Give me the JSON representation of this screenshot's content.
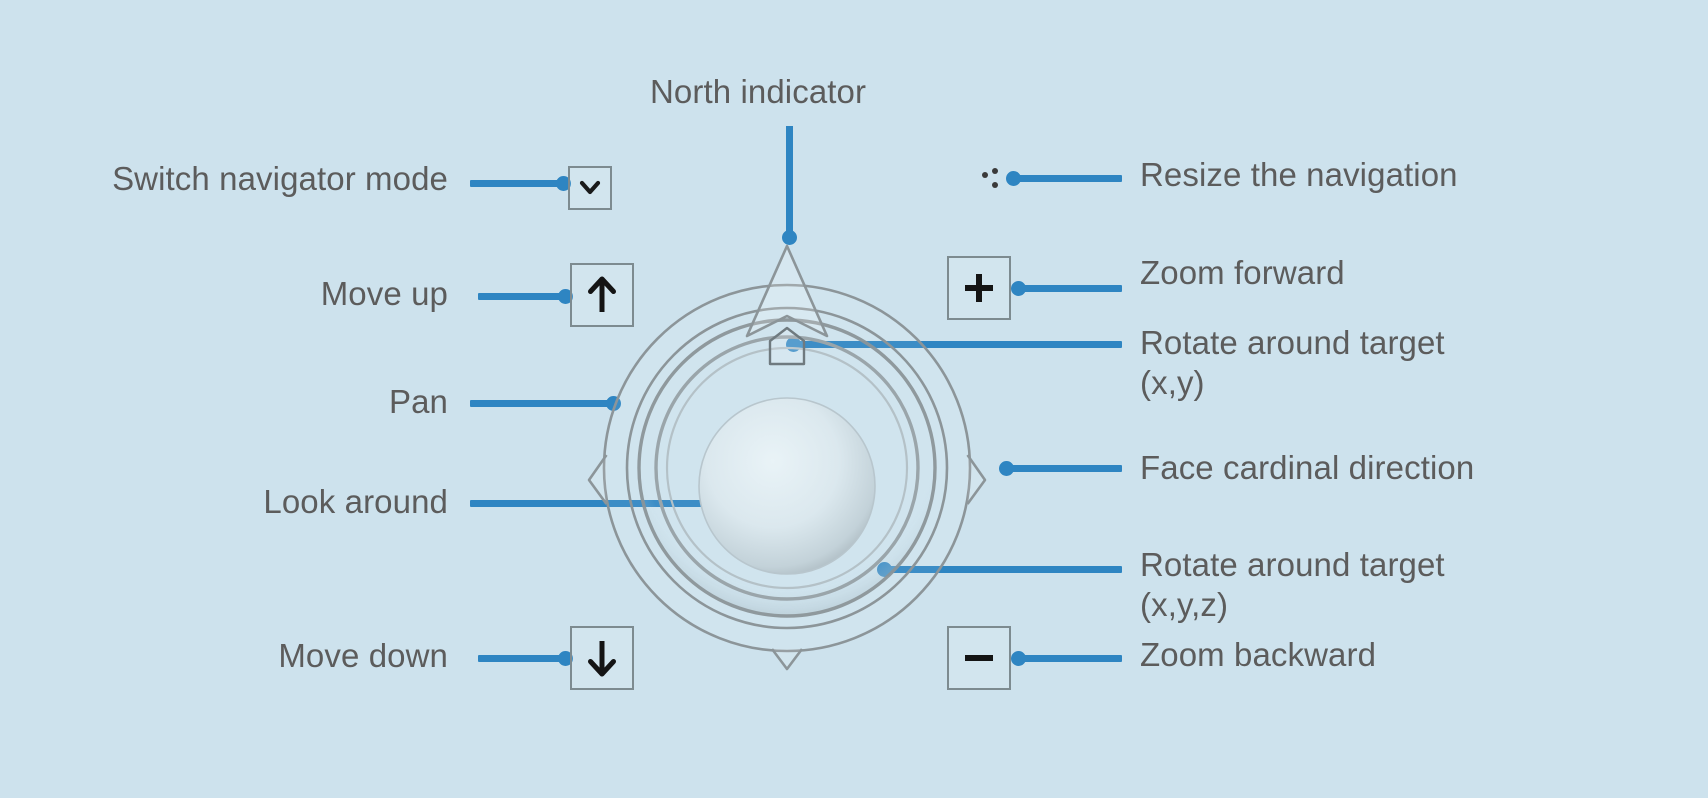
{
  "page": {
    "background_color": "#cde2ed",
    "label_color": "#5c5c5c",
    "leader_color": "#2e85c2",
    "widget_stroke_color": "#8c9599"
  },
  "title_callout": {
    "label": "North indicator",
    "target": "north-indicator-arrow"
  },
  "left_callouts": [
    {
      "label": "Switch navigator mode",
      "icon": "chevron-down-icon",
      "target": "navigator-mode-button"
    },
    {
      "label": "Move up",
      "icon": "arrow-up-icon",
      "target": "move-up-button"
    },
    {
      "label": "Pan",
      "icon": "none",
      "target": "outer-pan-ring"
    },
    {
      "label": "Look around",
      "icon": "none",
      "target": "center-sphere"
    },
    {
      "label": "Move down",
      "icon": "arrow-down-icon",
      "target": "move-down-button"
    }
  ],
  "right_callouts": [
    {
      "label": "Resize the navigation",
      "icon": "resize-grip-icon",
      "target": "resize-grip"
    },
    {
      "label": "Zoom forward",
      "icon": "plus-icon",
      "target": "zoom-forward-button"
    },
    {
      "label": "Rotate around target\n(x,y)",
      "icon": "none",
      "target": "rotate-xy-handle"
    },
    {
      "label": "Face cardinal direction",
      "icon": "none",
      "target": "cardinal-direction-ring"
    },
    {
      "label": "Rotate around target\n(x,y,z)",
      "icon": "none",
      "target": "rotate-xyz-ring"
    },
    {
      "label": "Zoom backward",
      "icon": "minus-icon",
      "target": "zoom-backward-button"
    }
  ],
  "navigator": {
    "name": "3d-navigator-widget",
    "parts": [
      {
        "name": "outer-pan-ring",
        "label": "Pan"
      },
      {
        "name": "rotate-xyz-ring",
        "label": "Rotate around target (x,y,z)"
      },
      {
        "name": "rotate-xy-ring",
        "label": "Rotate around target (x,y)"
      },
      {
        "name": "center-sphere",
        "label": "Look around"
      },
      {
        "name": "north-indicator-arrow",
        "label": "North indicator"
      },
      {
        "name": "rotate-xy-handle",
        "label": "Rotate around target (x,y) handle"
      },
      {
        "name": "cardinal-direction-ring",
        "label": "Face cardinal direction"
      }
    ]
  }
}
